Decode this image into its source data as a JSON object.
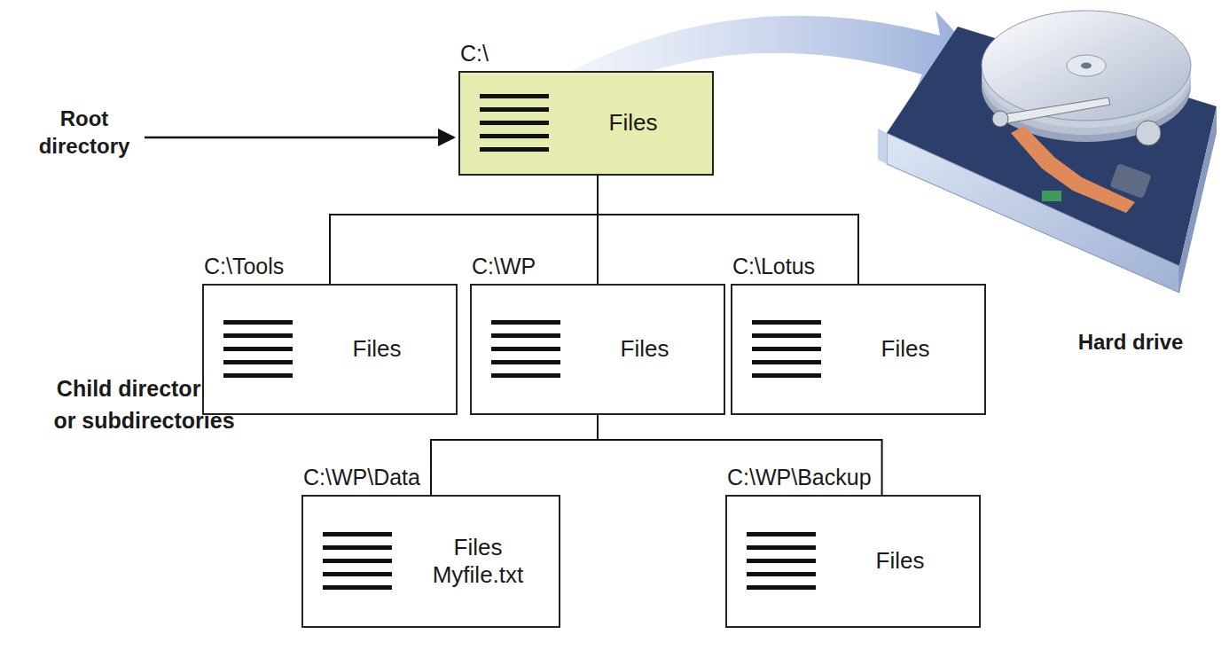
{
  "diagram": {
    "nodes": [
      {
        "text": [
          "C:\\",
          "Files"
        ]
      },
      {
        "text": [
          "Child directories or subdirectories"
        ]
      },
      {
        "text": [
          "C:\\Tools",
          "Files"
        ],
        "in": 1
      },
      {
        "text": [
          "C:\\WP",
          "Files"
        ],
        "in": 1
      },
      {
        "text": [
          "C:\\Lotus",
          "Files"
        ],
        "in": 1
      },
      {
        "text": [
          "C:\\WP\\Data",
          "Files Myfile.txt"
        ],
        "in": 1
      },
      {
        "text": [
          "C:\\WP\\Backup",
          "Files"
        ],
        "in": 1
      }
    ],
    "edges": [
      {
        "from": 0,
        "to": 2,
        "arrow": "none"
      },
      {
        "from": 0,
        "to": 3,
        "arrow": "none"
      },
      {
        "from": 0,
        "to": 4,
        "arrow": "none"
      },
      {
        "from": 3,
        "to": 5,
        "arrow": "none"
      },
      {
        "from": 3,
        "to": 6,
        "arrow": "none"
      }
    ],
    "labels": [
      "Root directory",
      "Hard drive"
    ]
  }
}
